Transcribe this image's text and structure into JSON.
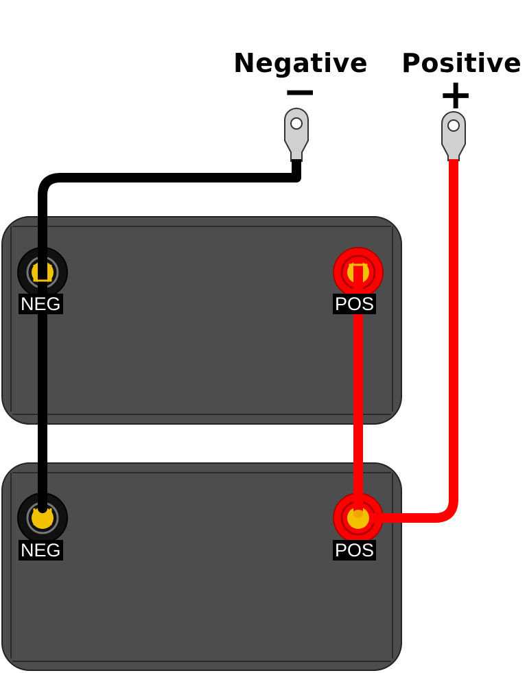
{
  "labels": {
    "negative": "Negative",
    "positive": "Positive",
    "minus_sign": "−",
    "plus_sign": "+"
  },
  "batteries": [
    {
      "neg_label": "NEG",
      "pos_label": "POS"
    },
    {
      "neg_label": "NEG",
      "pos_label": "POS"
    }
  ],
  "colors": {
    "battery_body": "#4d4d4d",
    "negative_cable": "#000000",
    "positive_cable": "#ff0000",
    "terminal_core": "#f2c200",
    "lug": "#d0d0d0"
  }
}
